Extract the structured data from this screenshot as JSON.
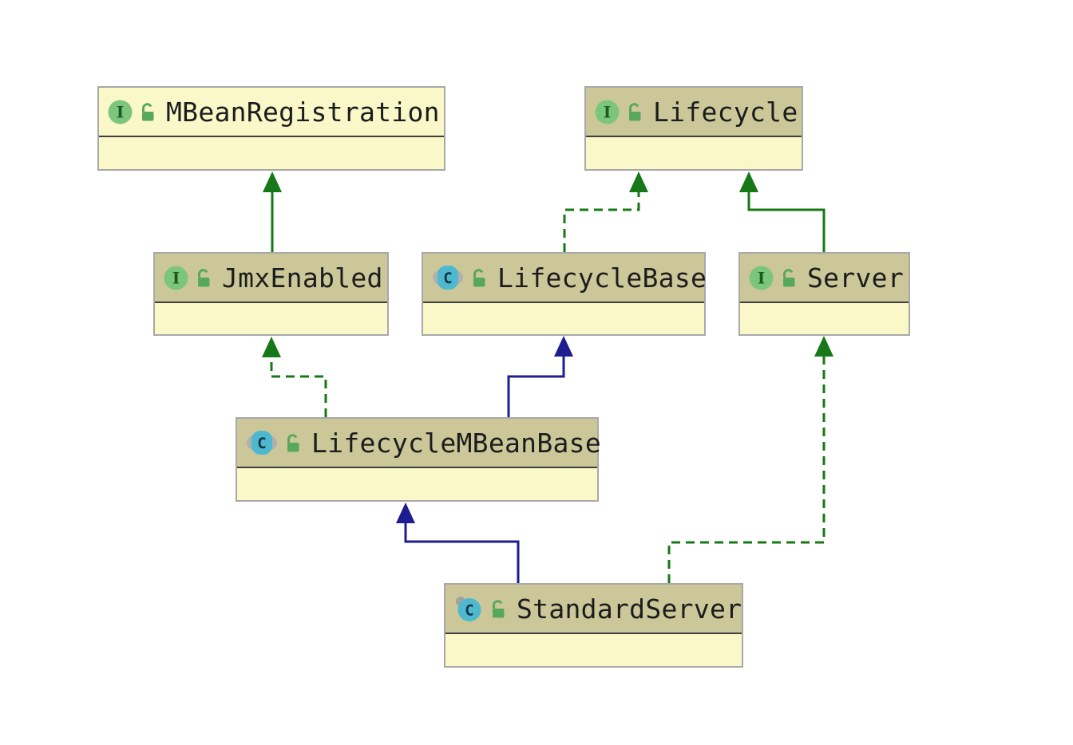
{
  "diagram": {
    "title": "Tomcat server class hierarchy UML diagram",
    "background_color": "#ffffff",
    "nodes": [
      {
        "name": "MBeanRegistration",
        "kind": "interface",
        "visibility": "public",
        "header_style": "pale-yellow"
      },
      {
        "name": "Lifecycle",
        "kind": "interface",
        "visibility": "public",
        "header_style": "khaki"
      },
      {
        "name": "JmxEnabled",
        "kind": "interface",
        "visibility": "public",
        "header_style": "khaki"
      },
      {
        "name": "LifecycleBase",
        "kind": "abstract-class",
        "visibility": "public",
        "header_style": "khaki"
      },
      {
        "name": "Server",
        "kind": "interface",
        "visibility": "public",
        "header_style": "khaki"
      },
      {
        "name": "LifecycleMBeanBase",
        "kind": "abstract-class",
        "visibility": "public",
        "header_style": "khaki"
      },
      {
        "name": "StandardServer",
        "kind": "final-class",
        "visibility": "public",
        "header_style": "khaki"
      }
    ],
    "edges": [
      {
        "from": "JmxEnabled",
        "to": "MBeanRegistration",
        "relation": "extends",
        "style": "solid-green"
      },
      {
        "from": "LifecycleBase",
        "to": "Lifecycle",
        "relation": "implements",
        "style": "dashed-green"
      },
      {
        "from": "Server",
        "to": "Lifecycle",
        "relation": "extends",
        "style": "solid-green"
      },
      {
        "from": "LifecycleMBeanBase",
        "to": "JmxEnabled",
        "relation": "implements",
        "style": "dashed-green"
      },
      {
        "from": "LifecycleMBeanBase",
        "to": "LifecycleBase",
        "relation": "extends",
        "style": "solid-navy"
      },
      {
        "from": "StandardServer",
        "to": "LifecycleMBeanBase",
        "relation": "extends",
        "style": "solid-navy"
      },
      {
        "from": "StandardServer",
        "to": "Server",
        "relation": "implements",
        "style": "dashed-green"
      }
    ],
    "colors": {
      "header_khaki": "#cbc799",
      "header_pale": "#faf7c9",
      "body_yellow": "#faf7c9",
      "node_border": "#a8a8a8",
      "header_divider": "#3f3f3f",
      "extends_green": "#167816",
      "extends_navy": "#1d1d8f",
      "name_text": "#1c1c1c",
      "interface_icon_green": "#7cc57d",
      "class_icon_teal": "#4eb8ce",
      "lock_icon_green": "#58a85c",
      "abstract_marker_gray": "#b0b0b0"
    }
  }
}
